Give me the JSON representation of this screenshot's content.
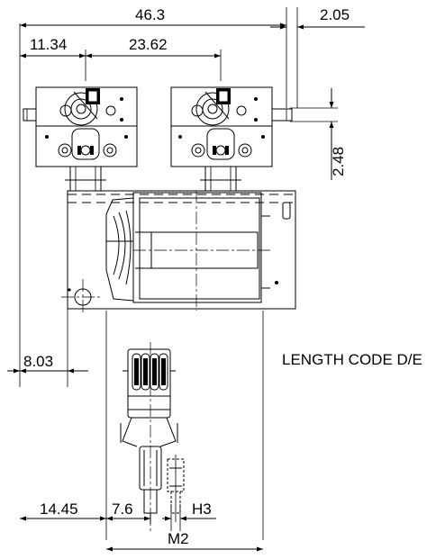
{
  "dimensions": {
    "overall_width": "46.3",
    "right_offset": "2.05",
    "left_to_first_axis": "11.34",
    "axis_spacing": "23.62",
    "shaft_height": "2.48",
    "left_lower": "8.03",
    "bottom_left": "14.45",
    "bottom_mid": "7.6",
    "bottom_h3": "H3",
    "bottom_m2": "M2"
  },
  "notes": {
    "length_code": "LENGTH CODE D/E"
  }
}
